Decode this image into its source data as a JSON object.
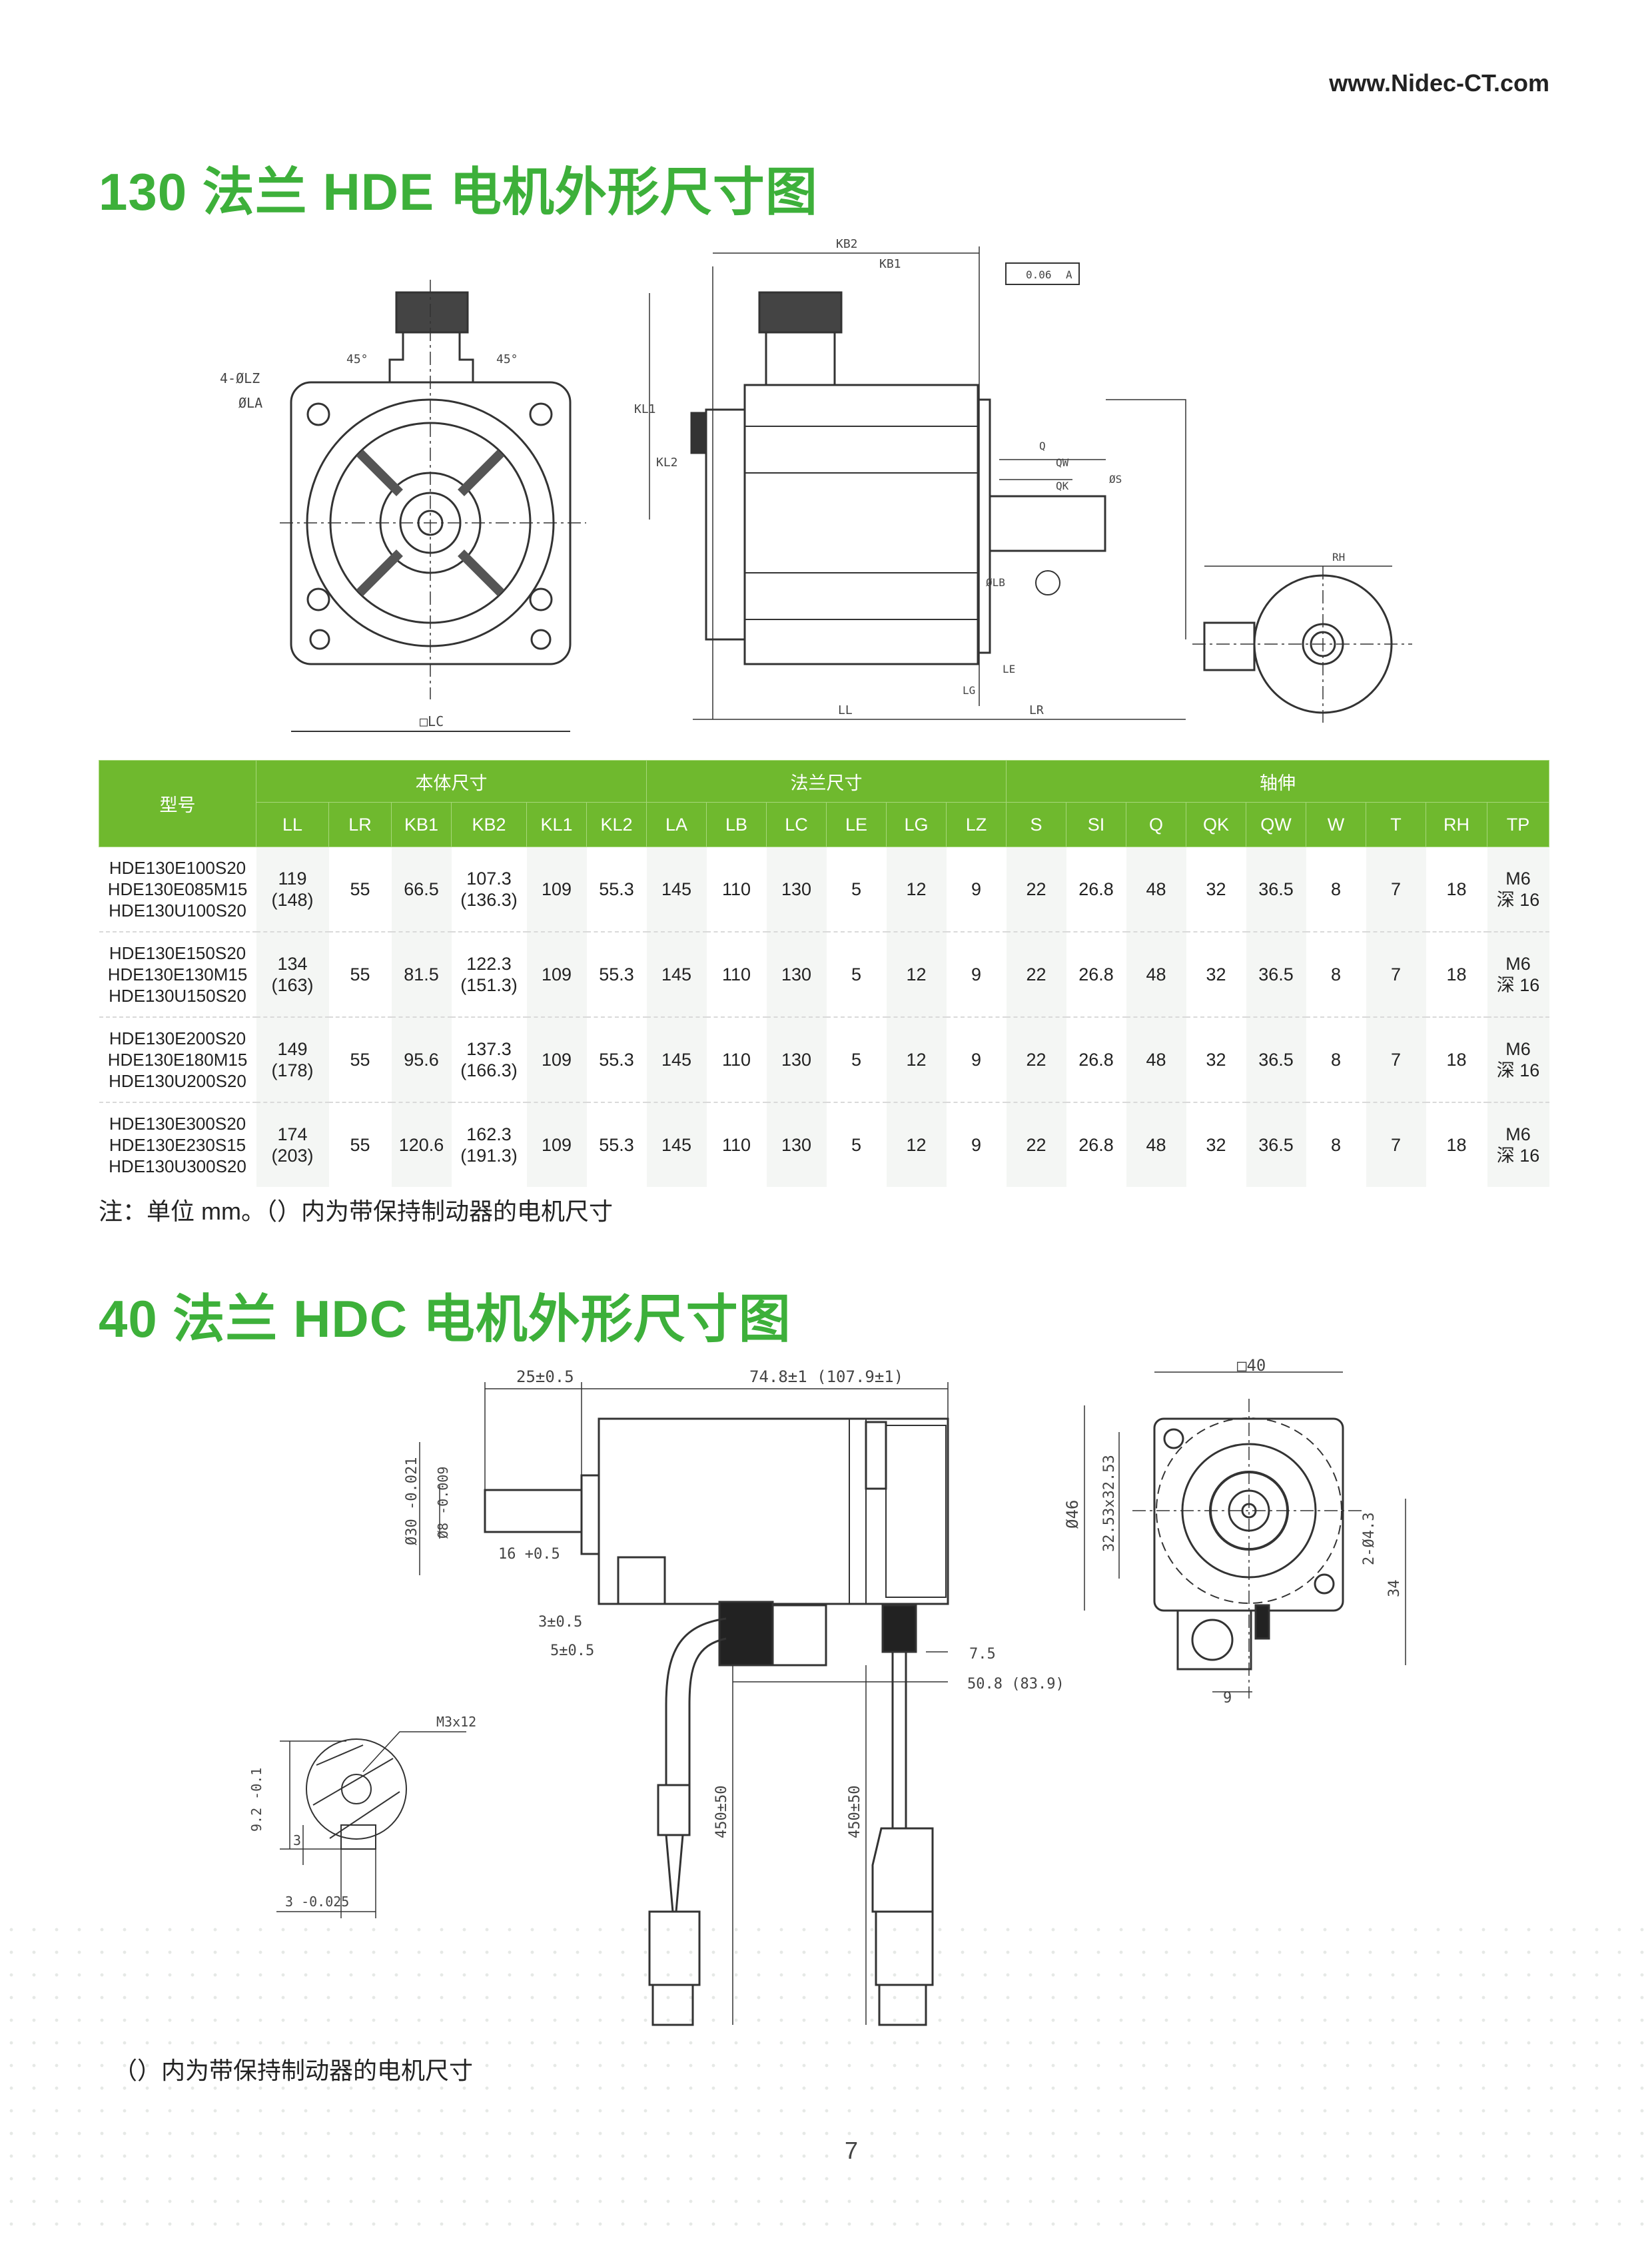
{
  "header": {
    "url": "www.Nidec-CT.com"
  },
  "section1": {
    "title": "130 法兰 HDE 电机外形尺寸图",
    "labels": {
      "kb2": "KB2",
      "kb1": "KB1",
      "tol": "0.06",
      "datum": "A",
      "lz": "4-ØLZ",
      "la": "ØLA",
      "ang1": "45°",
      "ang2": "45°",
      "lc": "□LC",
      "kl1": "KL1",
      "kl2": "KL2",
      "ll": "LL",
      "lr": "LR",
      "le": "LE",
      "lg": "LG",
      "q": "Q",
      "qw": "QW",
      "qk": "QK",
      "s": "ØS",
      "lb": "ØLB",
      "rh": "RH"
    },
    "table": {
      "model_header": "型号",
      "groups": [
        "本体尺寸",
        "法兰尺寸",
        "轴伸"
      ],
      "columns": [
        "LL",
        "LR",
        "KB1",
        "KB2",
        "KL1",
        "KL2",
        "LA",
        "LB",
        "LC",
        "LE",
        "LG",
        "LZ",
        "S",
        "SI",
        "Q",
        "QK",
        "QW",
        "W",
        "T",
        "RH",
        "TP"
      ],
      "rows": [
        {
          "models": [
            "HDE130E100S20",
            "HDE130E085M15",
            "HDE130U100S20"
          ],
          "ll": [
            "119",
            "(148)"
          ],
          "lr": "55",
          "kb1": "66.5",
          "kb2": [
            "107.3",
            "(136.3)"
          ],
          "kl1": "109",
          "kl2": "55.3",
          "la": "145",
          "lb": "110",
          "lc": "130",
          "le": "5",
          "lg": "12",
          "lz": "9",
          "s": "22",
          "si": "26.8",
          "q": "48",
          "qk": "32",
          "qw": "36.5",
          "w": "8",
          "t": "7",
          "rh": "18",
          "tp": [
            "M6",
            "深 16"
          ]
        },
        {
          "models": [
            "HDE130E150S20",
            "HDE130E130M15",
            "HDE130U150S20"
          ],
          "ll": [
            "134",
            "(163)"
          ],
          "lr": "55",
          "kb1": "81.5",
          "kb2": [
            "122.3",
            "(151.3)"
          ],
          "kl1": "109",
          "kl2": "55.3",
          "la": "145",
          "lb": "110",
          "lc": "130",
          "le": "5",
          "lg": "12",
          "lz": "9",
          "s": "22",
          "si": "26.8",
          "q": "48",
          "qk": "32",
          "qw": "36.5",
          "w": "8",
          "t": "7",
          "rh": "18",
          "tp": [
            "M6",
            "深 16"
          ]
        },
        {
          "models": [
            "HDE130E200S20",
            "HDE130E180M15",
            "HDE130U200S20"
          ],
          "ll": [
            "149",
            "(178)"
          ],
          "lr": "55",
          "kb1": "95.6",
          "kb2": [
            "137.3",
            "(166.3)"
          ],
          "kl1": "109",
          "kl2": "55.3",
          "la": "145",
          "lb": "110",
          "lc": "130",
          "le": "5",
          "lg": "12",
          "lz": "9",
          "s": "22",
          "si": "26.8",
          "q": "48",
          "qk": "32",
          "qw": "36.5",
          "w": "8",
          "t": "7",
          "rh": "18",
          "tp": [
            "M6",
            "深 16"
          ]
        },
        {
          "models": [
            "HDE130E300S20",
            "HDE130E230S15",
            "HDE130U300S20"
          ],
          "ll": [
            "174",
            "(203)"
          ],
          "lr": "55",
          "kb1": "120.6",
          "kb2": [
            "162.3",
            "(191.3)"
          ],
          "kl1": "109",
          "kl2": "55.3",
          "la": "145",
          "lb": "110",
          "lc": "130",
          "le": "5",
          "lg": "12",
          "lz": "9",
          "s": "22",
          "si": "26.8",
          "q": "48",
          "qk": "32",
          "qw": "36.5",
          "w": "8",
          "t": "7",
          "rh": "18",
          "tp": [
            "M6",
            "深 16"
          ]
        }
      ]
    },
    "note": "注：单位 mm。（）内为带保持制动器的电机尺寸"
  },
  "section2": {
    "title": "40 法兰 HDC 电机外形尺寸图",
    "labels": {
      "shaft_len": "25±0.5",
      "body_len": "74.8±1 (107.9±1)",
      "d30": "Ø30 -0.021",
      "d8": "Ø8 -0.009",
      "key_len": "16 +0.5",
      "d3": "3±0.5",
      "d5": "5±0.5",
      "d75": "7.5",
      "d508": "50.8 (83.9)",
      "sq40": "□40",
      "d46": "Ø46",
      "pcd": "32.53x32.53",
      "holes": "2-Ø4.3",
      "h34": "34",
      "w9": "9",
      "m3": "M3x12",
      "h92": "9.2 -0.1",
      "h3": "3",
      "k3": "3 -0.025",
      "cable1": "450±50",
      "cable2": "450±50"
    },
    "note": "（）内为带保持制动器的电机尺寸"
  },
  "footer": {
    "page": "7"
  }
}
